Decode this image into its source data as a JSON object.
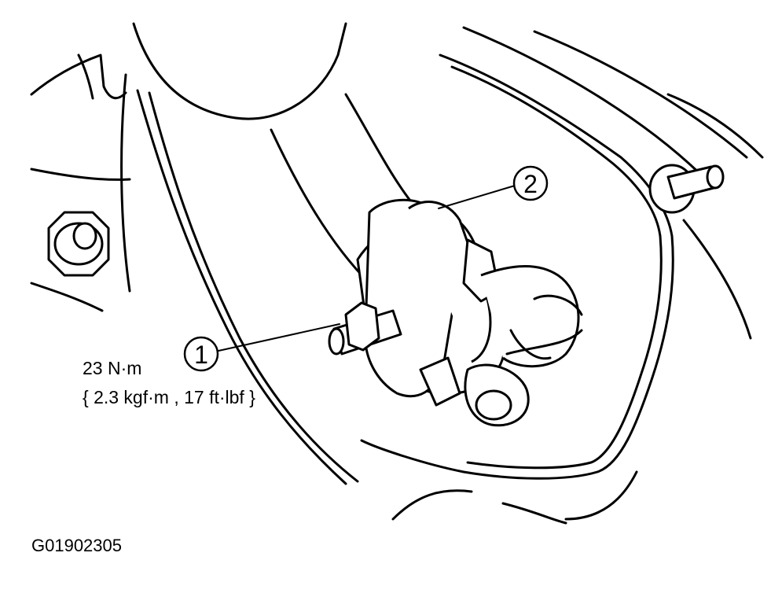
{
  "callouts": [
    {
      "label": "1"
    },
    {
      "label": "2"
    }
  ],
  "torque": {
    "line1": "23 N·m",
    "line2": "{ 2.3 kgf·m , 17 ft·lbf }"
  },
  "figure_id": "G01902305"
}
